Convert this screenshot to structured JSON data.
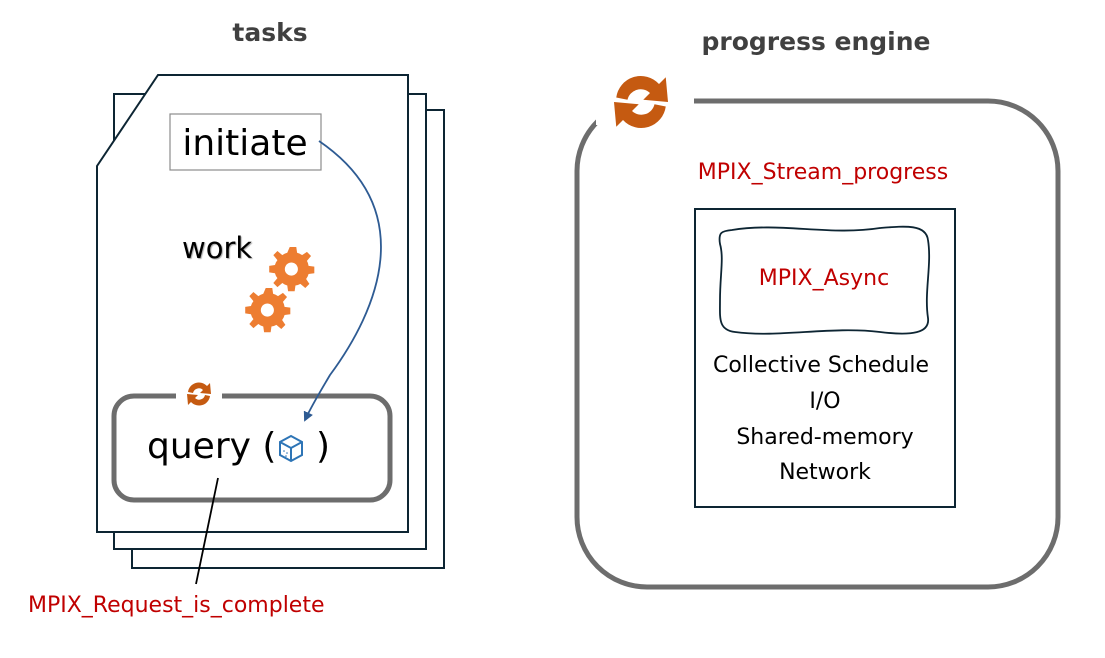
{
  "tasks": {
    "title": "tasks",
    "initiate_label": "initiate",
    "work_label": "work",
    "query_label": "query (",
    "query_close": ")",
    "request_label": "MPIX_Request_is_complete"
  },
  "progress_engine": {
    "title": "progress engine",
    "stream_progress_label": "MPIX_Stream_progress",
    "async_label": "MPIX_Async",
    "items": [
      "Collective Schedule",
      "I/O",
      "Shared-memory",
      "Network"
    ]
  },
  "colors": {
    "accent_red": "#c00000",
    "icon_orange": "#ed7d31",
    "refresh_orange": "#c55a11",
    "arrow_blue": "#2e5b93",
    "border_gray": "#6d6d6d",
    "doc_border": "#0d2533",
    "title_gray": "#404040"
  },
  "icons": {
    "progress_refresh": "refresh-icon",
    "query_refresh": "refresh-icon",
    "work_gears": "gears-icon",
    "request_box": "cube-icon"
  }
}
